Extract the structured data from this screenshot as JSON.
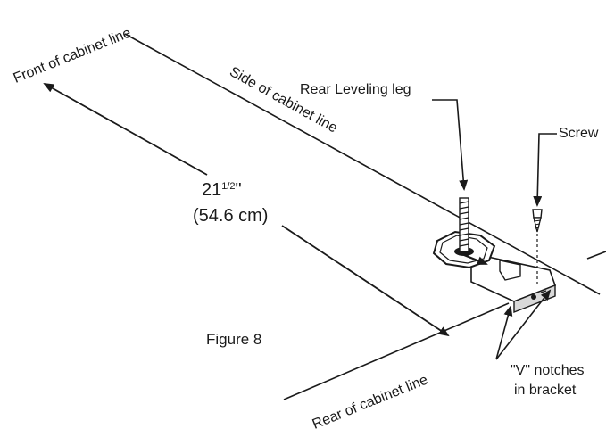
{
  "diagram": {
    "labels": {
      "front_of_cabinet_line": "Front of cabinet line",
      "side_of_cabinet_line": "Side of cabinet line",
      "rear_of_cabinet_line": "Rear of cabinet line",
      "rear_leveling_leg": "Rear Leveling leg",
      "screw": "Screw",
      "v_notches_line1": "\"V\" notches",
      "v_notches_line2": "in bracket",
      "figure_caption": "Figure 8"
    },
    "dimension": {
      "imperial_whole": "21",
      "imperial_fraction": "1/2",
      "imperial_unit": "\"",
      "metric": "(54.6 cm)"
    },
    "colors": {
      "ink": "#1a1a1a",
      "paper": "#ffffff",
      "shade": "#d9d9d9"
    }
  }
}
